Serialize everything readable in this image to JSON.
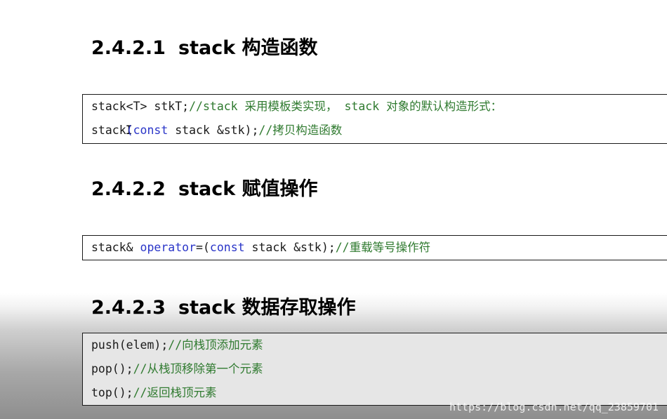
{
  "sections": [
    {
      "number": "2.4.2.1",
      "title": "stack 构造函数",
      "lines": [
        {
          "code": "stack<T> stkT;",
          "comment": "//stack 采用模板类实现， stack 对象的默认构造形式："
        },
        {
          "pre": "stack",
          "cursor": "I",
          "mid": "(",
          "kw": "const",
          "post": " stack &stk);",
          "comment": "//拷贝构造函数"
        }
      ]
    },
    {
      "number": "2.4.2.2",
      "title": "stack 赋值操作",
      "lines": [
        {
          "pre": "stack& ",
          "kw": "operator",
          "mid": "=(",
          "kw2": "const",
          "post": " stack &stk);",
          "comment": "//重载等号操作符"
        }
      ]
    },
    {
      "number": "2.4.2.3",
      "title": "stack 数据存取操作",
      "lines": [
        {
          "code": "push(elem);",
          "comment": "//向栈顶添加元素"
        },
        {
          "code": "pop();",
          "comment": "//从栈顶移除第一个元素"
        },
        {
          "code": "top();",
          "comment": "//返回栈顶元素"
        }
      ]
    }
  ],
  "watermark": "https://blog.csdn.net/qq_23859701"
}
